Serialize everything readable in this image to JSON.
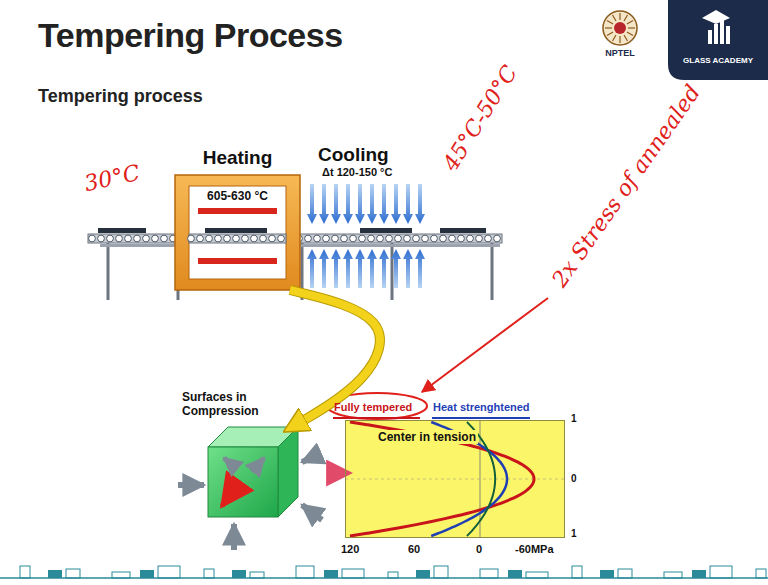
{
  "diagram": {
    "title": "Tempering Process",
    "nodes": [
      {
        "text": [
          "Heating",
          "605-630 °C"
        ]
      },
      {
        "text": [
          "Surfaces in Compression"
        ]
      },
      {
        "text": [
          "Center in tension"
        ]
      }
    ],
    "edges": [
      {
        "from": 0,
        "to": 1,
        "arrow": "to"
      },
      {
        "from": 1,
        "to": 2,
        "arrow": "to"
      }
    ],
    "labels": [
      "Tempering process",
      "Cooling",
      "Δt 120-150 °C",
      "30°C",
      "45°C-50°C",
      "2x Stress of annealed",
      "Fully tempered",
      "Heat strenghtened",
      "1",
      "0",
      "1",
      "120",
      "60",
      "0",
      "-60MPa",
      "NPTEL",
      "GLASS ACADEMY"
    ]
  }
}
